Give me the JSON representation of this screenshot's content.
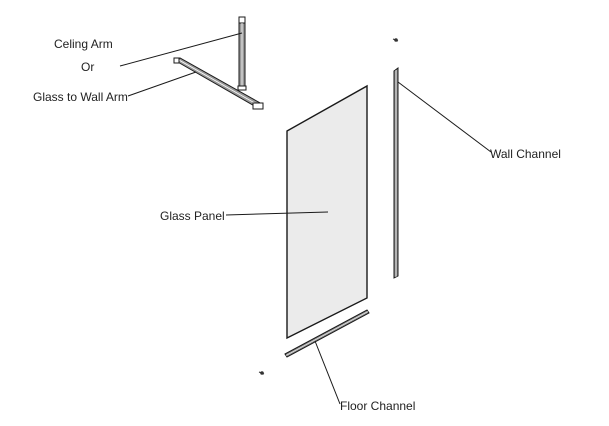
{
  "labels": {
    "ceiling_arm": "Celing Arm",
    "or": "Or",
    "glass_to_wall_arm": "Glass to Wall Arm",
    "wall_channel": "Wall Channel",
    "glass_panel": "Glass Panel",
    "floor_channel": "Floor Channel"
  },
  "colors": {
    "line": "#1a1a1a",
    "glass_fill": "#ebebeb",
    "channel_fill": "#8c8c8c",
    "background": "#ffffff"
  }
}
